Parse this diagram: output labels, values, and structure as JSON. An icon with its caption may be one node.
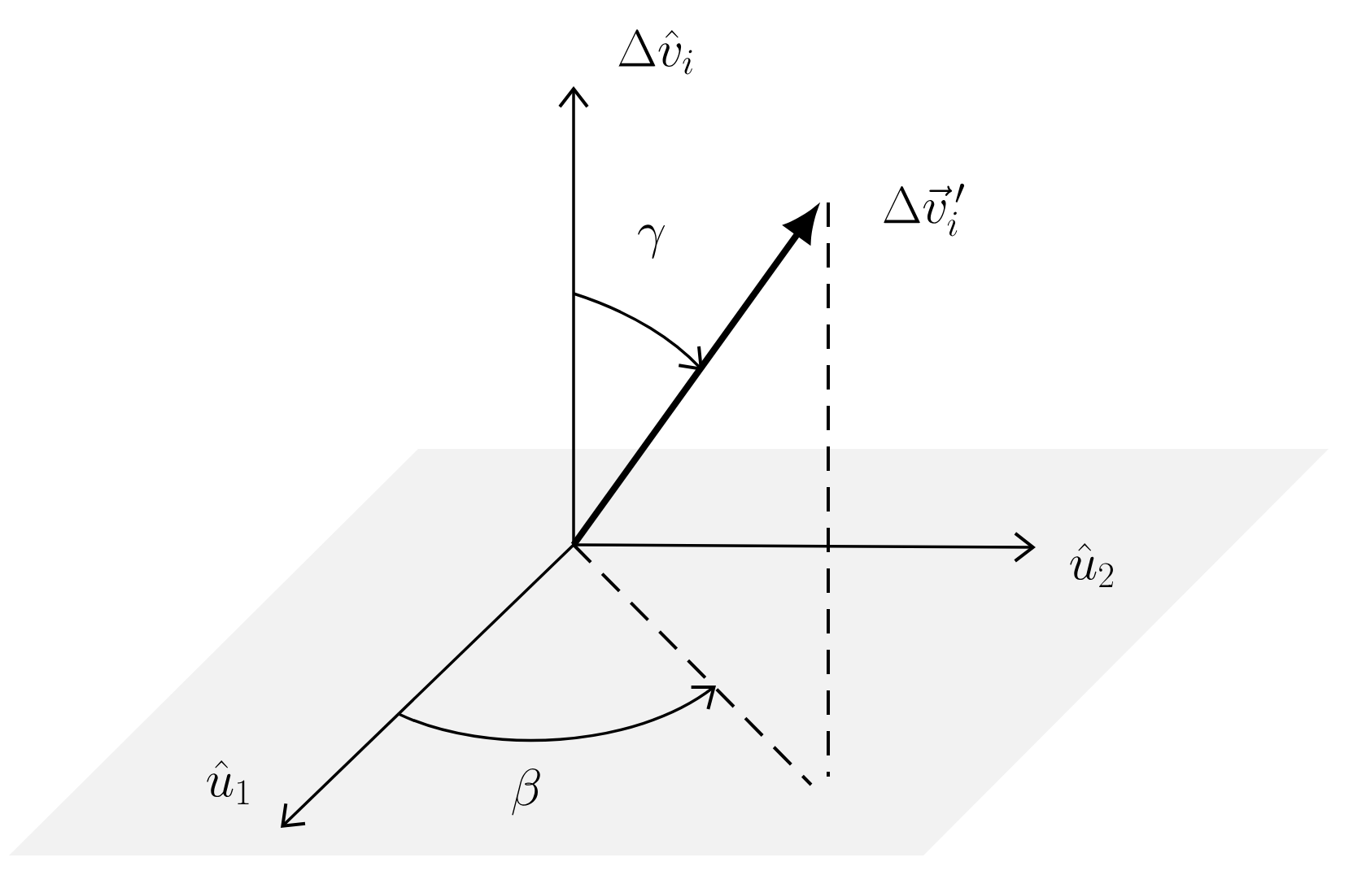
{
  "diagram": {
    "labels": [
      "\\Delta\\hat{v}_i",
      "\\Delta\\vec{v}_i^{\\,\\prime}",
      "\\gamma",
      "\\hat{u}_2",
      "\\hat{u}_1",
      "\\beta"
    ]
  }
}
